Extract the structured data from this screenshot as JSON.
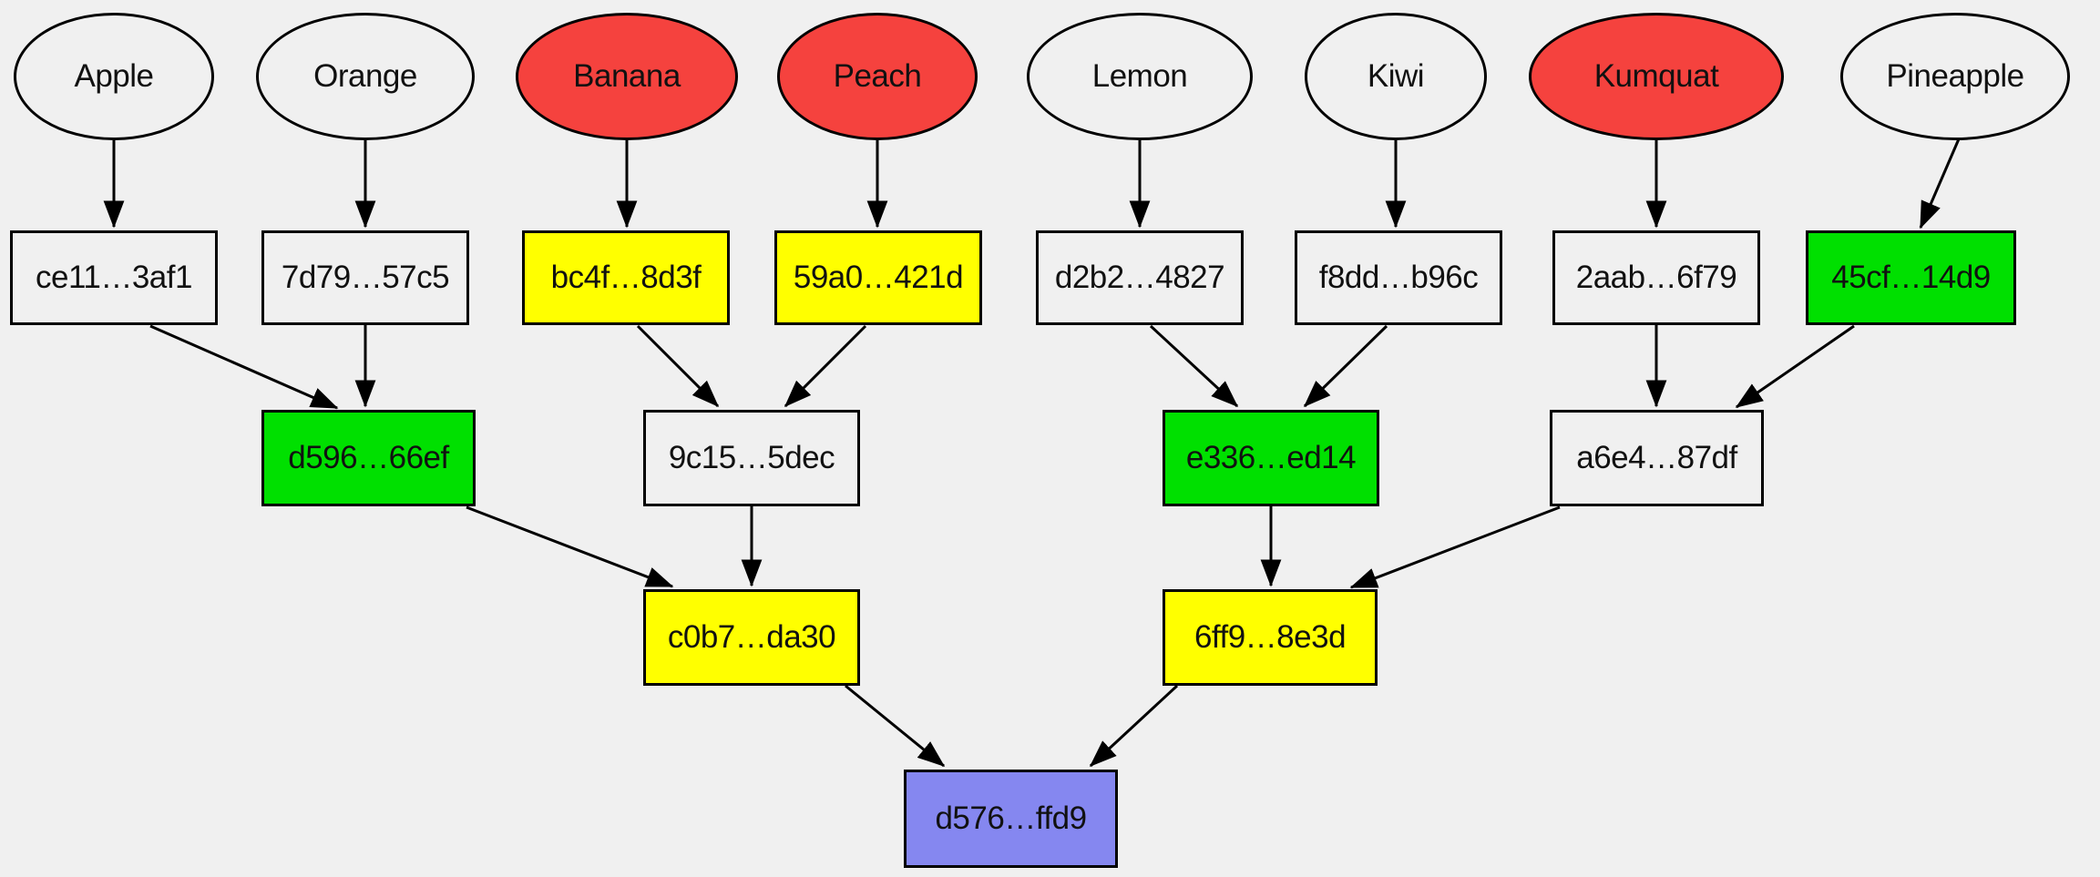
{
  "diagram": {
    "title": "merkle-hash-tree",
    "background": "#f0f0f0",
    "palette": {
      "plain": "#f0f0f0",
      "red": "#f5423e",
      "green": "#00e000",
      "yellow": "#ffff00",
      "purple": "#8587f0",
      "stroke": "#000000"
    },
    "fruits": [
      {
        "label": "Apple",
        "fill": "#f0f0f0"
      },
      {
        "label": "Orange",
        "fill": "#f0f0f0"
      },
      {
        "label": "Banana",
        "fill": "#f5423e"
      },
      {
        "label": "Peach",
        "fill": "#f5423e"
      },
      {
        "label": "Lemon",
        "fill": "#f0f0f0"
      },
      {
        "label": "Kiwi",
        "fill": "#f0f0f0"
      },
      {
        "label": "Kumquat",
        "fill": "#f5423e"
      },
      {
        "label": "Pineapple",
        "fill": "#f0f0f0"
      }
    ],
    "leaf_hashes": [
      {
        "label": "ce11…3af1",
        "fill": "#f0f0f0"
      },
      {
        "label": "7d79…57c5",
        "fill": "#f0f0f0"
      },
      {
        "label": "bc4f…8d3f",
        "fill": "#ffff00"
      },
      {
        "label": "59a0…421d",
        "fill": "#ffff00"
      },
      {
        "label": "d2b2…4827",
        "fill": "#f0f0f0"
      },
      {
        "label": "f8dd…b96c",
        "fill": "#f0f0f0"
      },
      {
        "label": "2aab…6f79",
        "fill": "#f0f0f0"
      },
      {
        "label": "45cf…14d9",
        "fill": "#00e000"
      }
    ],
    "level2_hashes": [
      {
        "label": "d596…66ef",
        "fill": "#00e000"
      },
      {
        "label": "9c15…5dec",
        "fill": "#f0f0f0"
      },
      {
        "label": "e336…ed14",
        "fill": "#00e000"
      },
      {
        "label": "a6e4…87df",
        "fill": "#f0f0f0"
      }
    ],
    "level3_hashes": [
      {
        "label": "c0b7…da30",
        "fill": "#ffff00"
      },
      {
        "label": "6ff9…8e3d",
        "fill": "#ffff00"
      }
    ],
    "root_hash": {
      "label": "d576…ffd9",
      "fill": "#8587f0"
    }
  }
}
